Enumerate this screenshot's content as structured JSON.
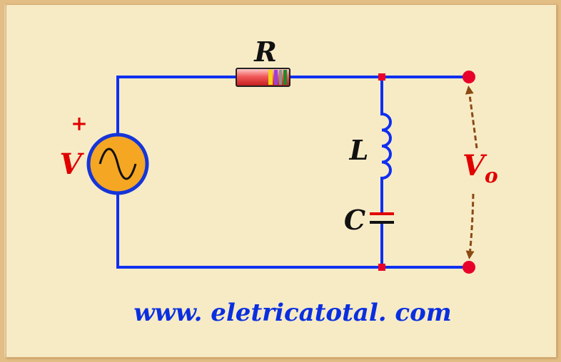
{
  "diagram": {
    "labels": {
      "resistor": "R",
      "inductor": "L",
      "capacitor": "C",
      "source": "V",
      "source_polarity": "+",
      "output": "V",
      "output_subscript": "o"
    },
    "website": "www. eletricatotal. com",
    "colors": {
      "wire": "#0f2ff0",
      "label_black": "#111111",
      "label_red": "#e00000",
      "terminal": "#e8002a",
      "source_fill": "#f5a623",
      "arrow": "#8a4a12",
      "url": "#0a2fe0"
    }
  }
}
